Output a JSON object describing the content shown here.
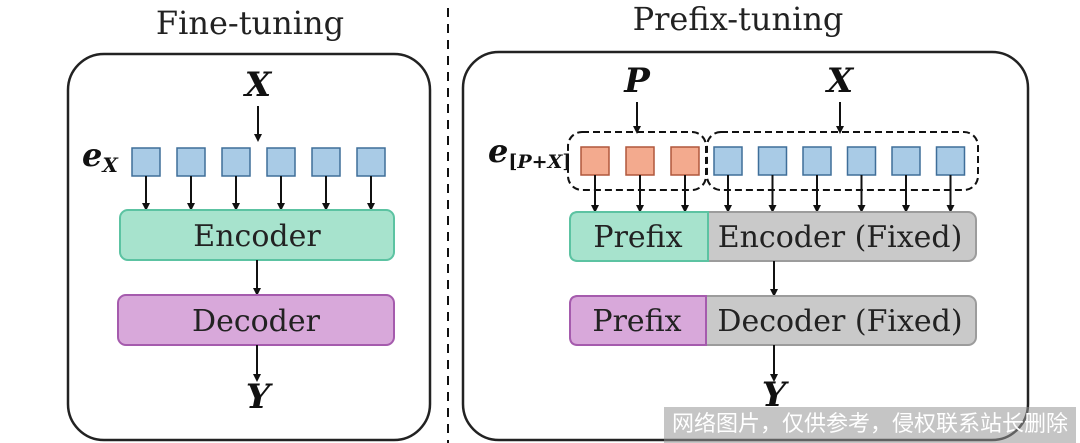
{
  "left": {
    "title": "Fine-tuning",
    "input_label": "X",
    "embedding_label": "e",
    "embedding_sub": "X",
    "encoder_label": "Encoder",
    "decoder_label": "Decoder",
    "output_label": "Y",
    "token_count": 6
  },
  "right": {
    "title": "Prefix-tuning",
    "prefix_input_label": "P",
    "input_label": "X",
    "embedding_label": "e",
    "embedding_sub_open": "[",
    "embedding_sub_p": "P",
    "embedding_sub_plus": "+",
    "embedding_sub_x": "X",
    "embedding_sub_close": "]",
    "encoder_prefix_label": "Prefix",
    "encoder_label": "Encoder (Fixed)",
    "decoder_prefix_label": "Prefix",
    "decoder_label": "Decoder (Fixed)",
    "output_label": "Y",
    "prefix_token_count": 3,
    "token_count": 6
  },
  "watermark": "网络图片，仅供参考，侵权联系站长删除",
  "colors": {
    "token_blue_fill": "#a9cbe6",
    "token_blue_stroke": "#3f6e99",
    "prefix_token_fill": "#f3aa8e",
    "prefix_token_stroke": "#b0573c",
    "encoder_fill": "#a7e3cd",
    "encoder_stroke": "#5cc3a2",
    "decoder_fill": "#d8a8da",
    "decoder_stroke": "#a55bad",
    "fixed_fill": "#c9c9c9",
    "fixed_stroke": "#9c9c9c",
    "line": "#111111"
  }
}
